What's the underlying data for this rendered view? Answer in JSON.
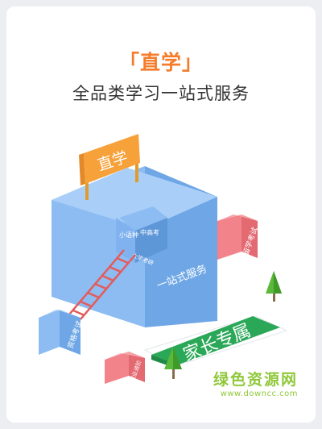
{
  "header": {
    "brand_bracket_open": "「",
    "brand_title": "直学",
    "brand_bracket_close": "」",
    "subtitle": "全品类学习一站式服务"
  },
  "scene": {
    "flag_label": "直学",
    "cube_top_left_label": "小语种",
    "cube_top_right_label": "中高考",
    "cube_step_label": "大学考研",
    "cube_front_label": "一站式服务",
    "left_box_label": "资格考试",
    "right_box_label": "留学考试",
    "small_box_label": "职业进阶",
    "green_sign_label": "家长专属",
    "icons": [
      "flag-icon",
      "ladder-icon",
      "tree-icon"
    ]
  },
  "watermark": {
    "title": "绿色资源网",
    "url": "www.downcc.com"
  },
  "colors": {
    "brand_orange": "#f47c2a",
    "cube_blue": "#7fb2ee",
    "box_pink": "#f07078",
    "sign_green": "#27a353",
    "watermark_green": "#8fc83a"
  }
}
